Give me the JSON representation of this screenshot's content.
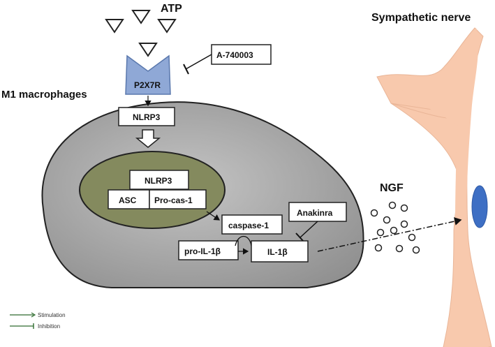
{
  "labels": {
    "atp": "ATP",
    "sympathetic_nerve": "Sympathetic nerve",
    "m1_macrophages": "M1 macrophages",
    "p2x7r": "P2X7R",
    "a740003": "A-740003",
    "nlrp3_top": "NLRP3",
    "nlrp3_complex": "NLRP3",
    "asc": "ASC",
    "pro_cas1": "Pro-cas-1",
    "caspase1": "caspase-1",
    "anakinra": "Anakinra",
    "pro_il1b": "pro-IL-1β",
    "il1b": "IL-1β",
    "ngf": "NGF"
  },
  "legend": {
    "stimulation": "Stimulation",
    "inhibition": "Inhibition"
  },
  "colors": {
    "cell_fill": "#a9a9a9",
    "nucleus_fill": "#848a5e",
    "receptor_fill": "#8fa8d6",
    "nerve_fill": "#f8c9ad",
    "nerve_nucleus": "#3e6fc4",
    "legend_line": "#2d6b2d"
  }
}
